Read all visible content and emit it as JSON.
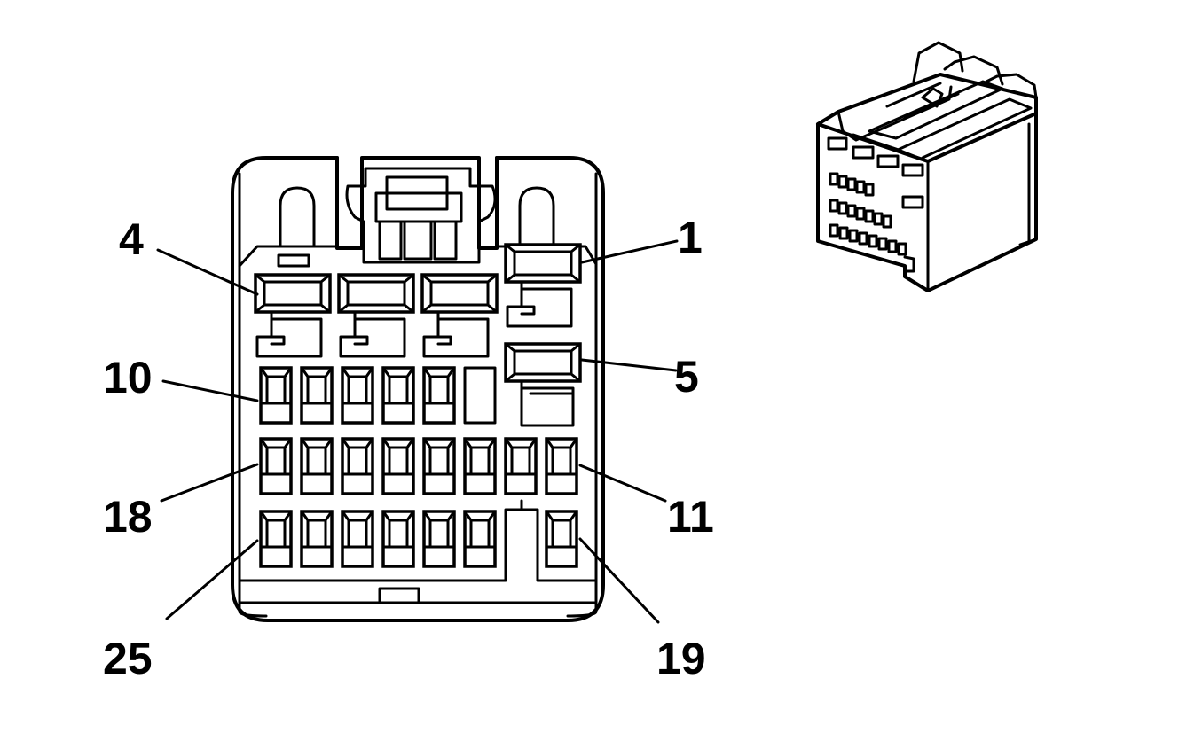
{
  "connector_face": {
    "pin_callouts": [
      {
        "label": "4"
      },
      {
        "label": "1"
      },
      {
        "label": "10"
      },
      {
        "label": "5"
      },
      {
        "label": "18"
      },
      {
        "label": "11"
      },
      {
        "label": "25"
      },
      {
        "label": "19"
      }
    ]
  }
}
